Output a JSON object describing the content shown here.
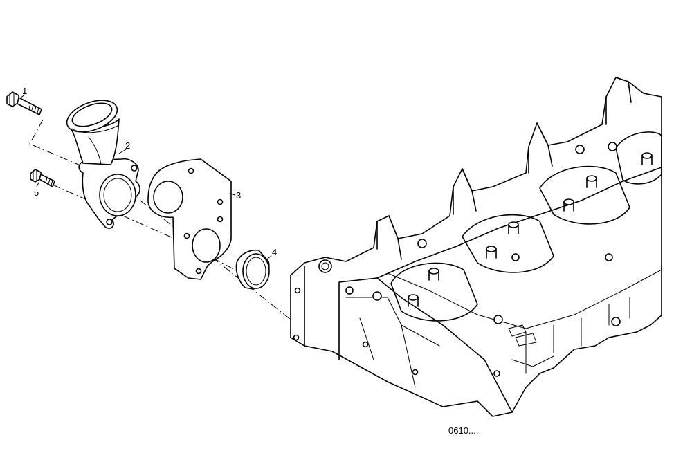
{
  "callouts": [
    {
      "id": "1",
      "label": "1"
    },
    {
      "id": "2",
      "label": "2"
    },
    {
      "id": "3",
      "label": "3"
    },
    {
      "id": "4",
      "label": "4"
    },
    {
      "id": "5",
      "label": "5"
    }
  ],
  "reference_code": "0610....",
  "colors": {
    "line": "#000000",
    "background": "#ffffff"
  }
}
